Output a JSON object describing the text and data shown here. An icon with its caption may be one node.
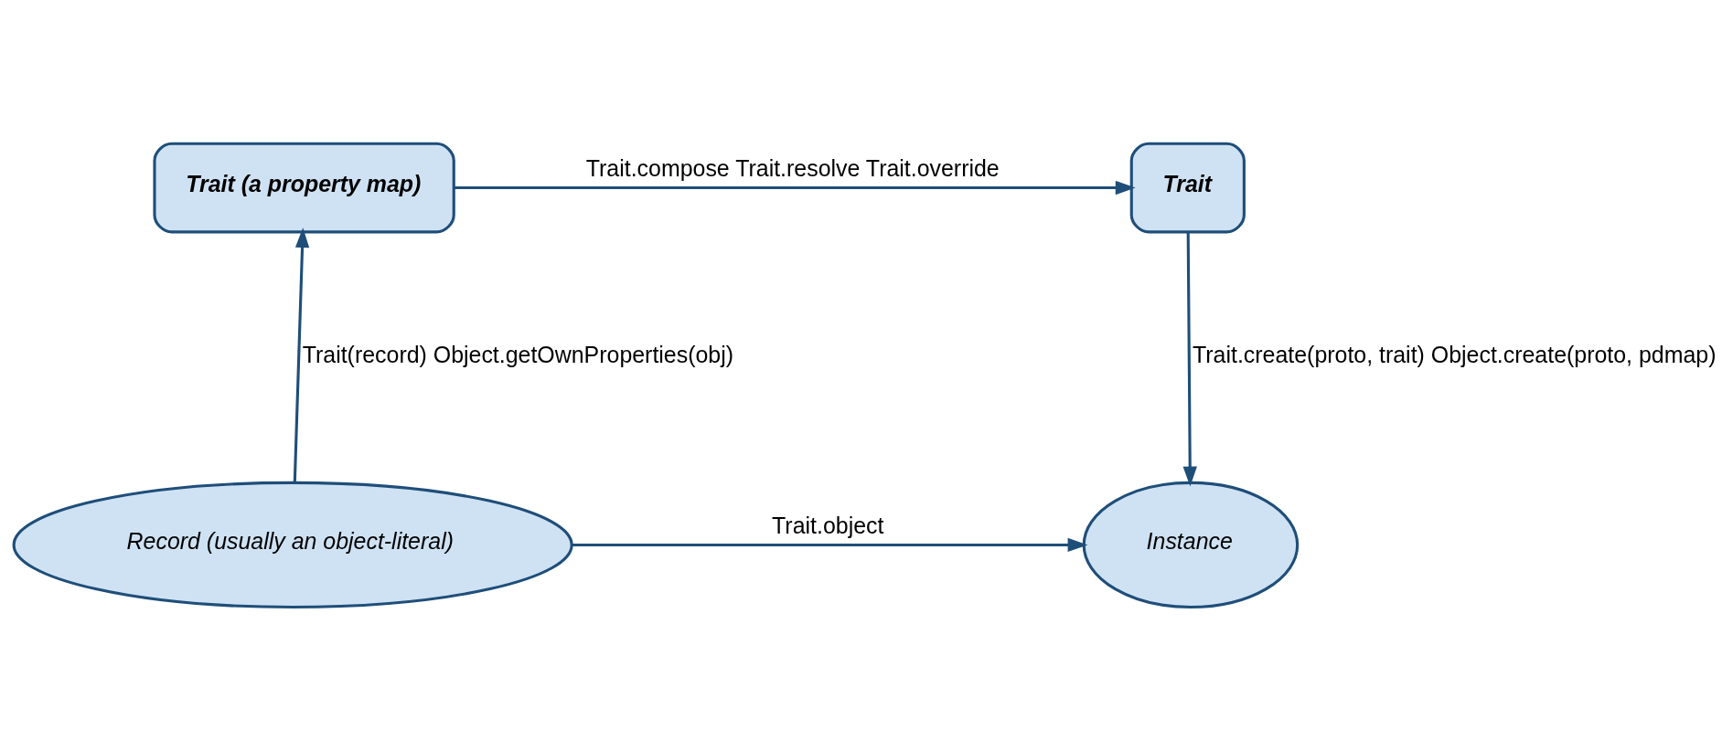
{
  "diagram": {
    "nodes": [
      {
        "text": [
          "Trait (a property map)"
        ]
      },
      {
        "text": [
          "Trait"
        ]
      },
      {
        "text": [
          "Record (usually an object-literal)"
        ]
      },
      {
        "text": [
          "Instance"
        ]
      }
    ],
    "edges": [
      {
        "from": 0,
        "to": 1,
        "arrow": "to",
        "label": "Trait.compose Trait.resolve Trait.override"
      },
      {
        "from": 2,
        "to": 0,
        "arrow": "to",
        "label": "Trait(record) Object.getOwnProperties(obj)"
      },
      {
        "from": 1,
        "to": 3,
        "arrow": "to",
        "label": "Trait.create(proto, trait) Object.create(proto, pdmap)"
      },
      {
        "from": 2,
        "to": 3,
        "arrow": "to",
        "label": "Trait.object"
      }
    ]
  }
}
